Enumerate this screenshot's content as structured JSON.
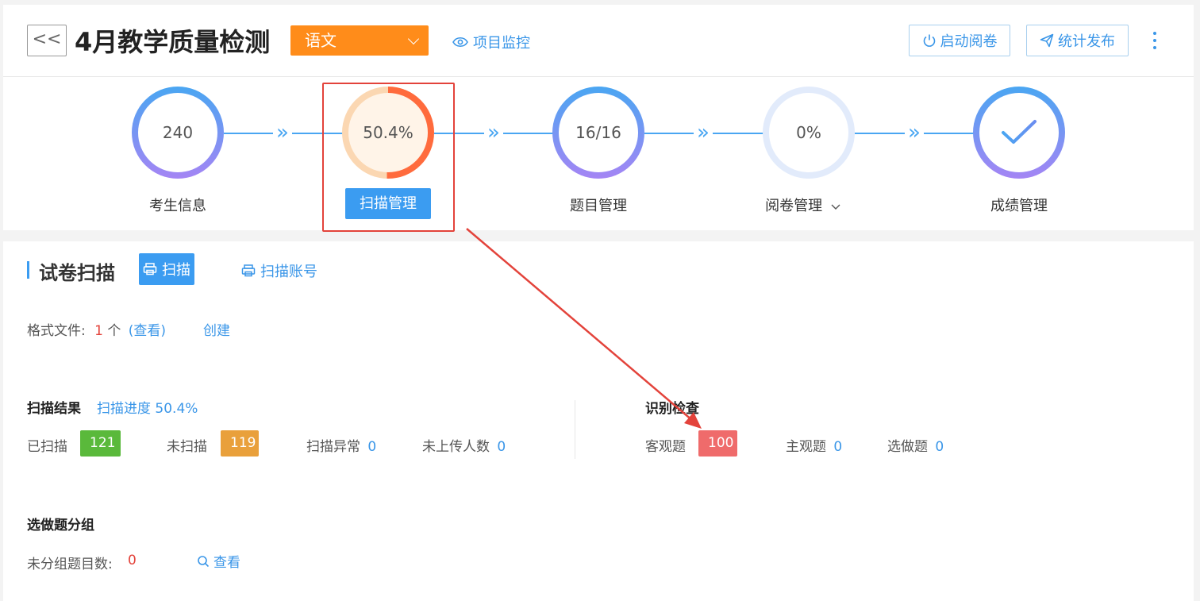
{
  "header": {
    "back_label": "<<",
    "title": "4月教学质量检测",
    "subject": "语文",
    "monitor_label": "项目监控",
    "start_label": "启动阅卷",
    "publish_label": "统计发布"
  },
  "steps": [
    {
      "value": "240",
      "label": "考生信息"
    },
    {
      "value": "50.4%",
      "label": "扫描管理",
      "progress": 0.504
    },
    {
      "value": "16/16",
      "label": "题目管理"
    },
    {
      "value": "0%",
      "label": "阅卷管理"
    },
    {
      "value": "",
      "label": "成绩管理"
    }
  ],
  "scan": {
    "title": "试卷扫描",
    "scan_btn": "扫描",
    "account_link": "扫描账号",
    "format_label": "格式文件:",
    "format_count": "1",
    "format_unit": "个",
    "view_link": "(查看)",
    "create_link": "创建"
  },
  "result": {
    "title": "扫描结果",
    "progress_text": "扫描进度 50.4%",
    "scanned_label": "已扫描",
    "scanned_value": "121",
    "unscanned_label": "未扫描",
    "unscanned_value": "119",
    "abnormal_label": "扫描异常",
    "abnormal_value": "0",
    "not_uploaded_label": "未上传人数",
    "not_uploaded_value": "0"
  },
  "check": {
    "title": "识别检查",
    "objective_label": "客观题",
    "objective_value": "100",
    "subjective_label": "主观题",
    "subjective_value": "0",
    "optional_label": "选做题",
    "optional_value": "0"
  },
  "group": {
    "title": "选做题分组",
    "ungrouped_label": "未分组题目数:",
    "ungrouped_value": "0",
    "view_link": "查看"
  },
  "colors": {
    "primary": "#3b9cf1",
    "orange": "#ff8c1a",
    "green": "#5ab93b",
    "amber": "#e9a03b",
    "red": "#ef6b6b",
    "highlight": "#e3433b"
  }
}
